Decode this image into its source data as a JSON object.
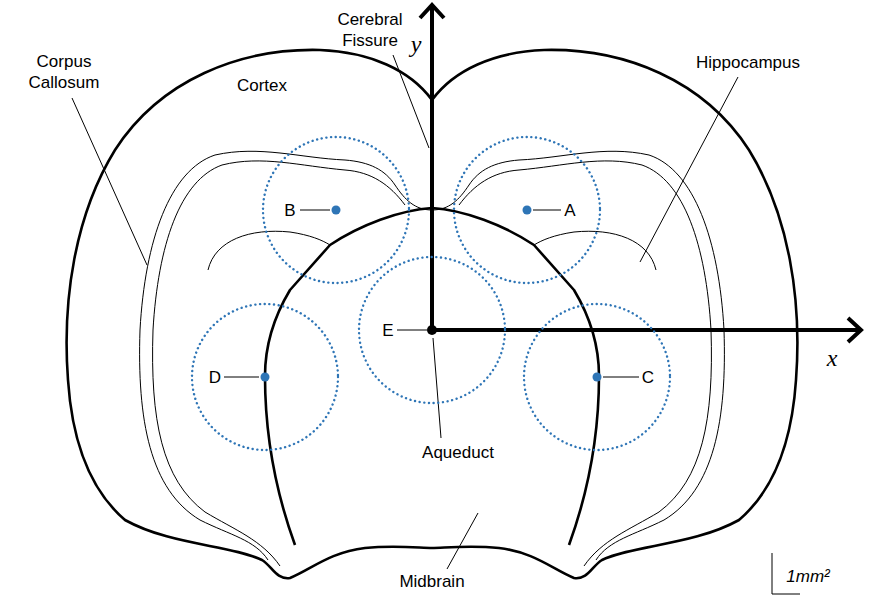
{
  "diagram": {
    "nodes": [
      {
        "text": [
          "B"
        ]
      },
      {
        "text": [
          "A"
        ]
      },
      {
        "text": [
          "D"
        ]
      },
      {
        "text": [
          "E"
        ]
      },
      {
        "text": [
          "C"
        ]
      }
    ],
    "labels": [
      "Cerebral Fissure",
      "y",
      "Cortex",
      "Corpus Callosum",
      "Hippocampus",
      "x",
      "Aqueduct",
      "Midbrain",
      "1mm²"
    ]
  }
}
